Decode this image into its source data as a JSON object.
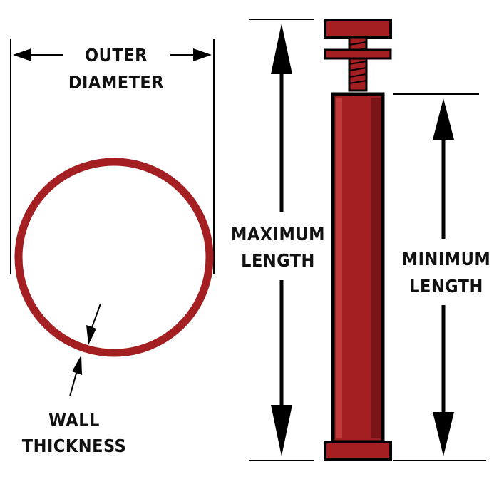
{
  "labels": {
    "outer_diameter": [
      "OUTER",
      "DIAMETER"
    ],
    "wall_thickness": [
      "WALL",
      "THICKNESS"
    ],
    "maximum_length": [
      "MAXIMUM",
      "LENGTH"
    ],
    "minimum_length": [
      "MINIMUM",
      "LENGTH"
    ]
  },
  "colors": {
    "tube_red": "#a31f22",
    "tube_dark": "#7a1416",
    "tube_highlight": "#c2393c",
    "outline": "#000000",
    "text": "#111111"
  }
}
